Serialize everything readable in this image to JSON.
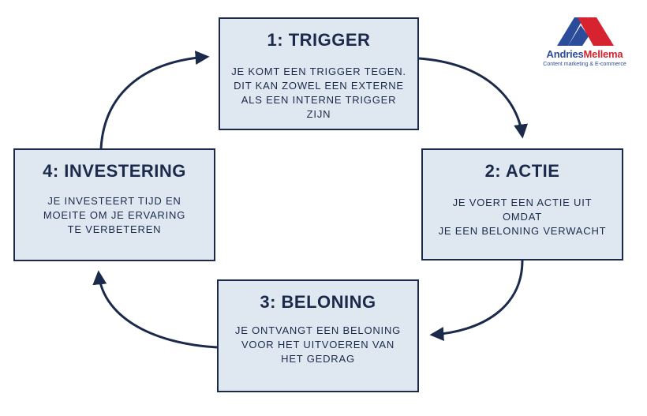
{
  "steps": {
    "trigger": {
      "title": "1: TRIGGER",
      "lines": [
        "JE KOMT EEN TRIGGER TEGEN.",
        "DIT KAN ZOWEL EEN EXTERNE",
        "ALS EEN INTERNE TRIGGER ZIJN"
      ]
    },
    "actie": {
      "title": "2: ACTIE",
      "lines": [
        "JE VOERT EEN ACTIE UIT OMDAT",
        "JE EEN BELONING VERWACHT"
      ]
    },
    "beloning": {
      "title": "3: BELONING",
      "lines": [
        "JE ONTVANGT EEN BELONING",
        "VOOR HET UITVOEREN VAN",
        "HET GEDRAG"
      ]
    },
    "investering": {
      "title": "4: INVESTERING",
      "lines": [
        "JE INVESTEERT TIJD EN",
        "MOEITE OM JE ERVARING",
        "TE VERBETEREN"
      ]
    }
  },
  "logo": {
    "first_name": "Andries",
    "last_name": "Mellema",
    "tagline": "Content marketing & E-commerce"
  },
  "colors": {
    "box_fill": "#dfe8f1",
    "outline": "#1b2a4a",
    "logo_blue": "#2b4c9b",
    "logo_red": "#d6232f"
  }
}
